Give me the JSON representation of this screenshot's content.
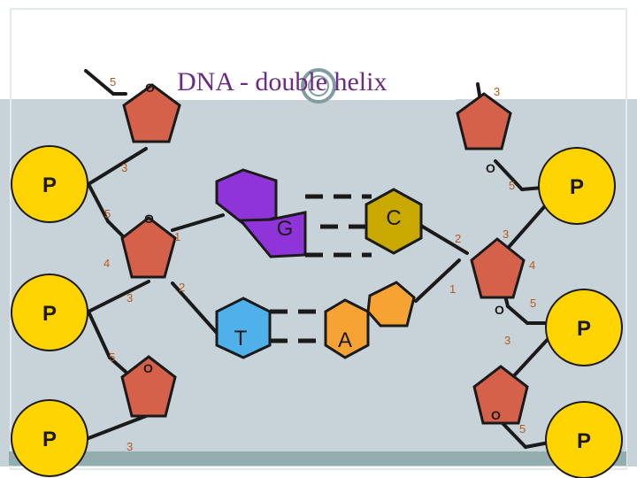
{
  "title": "DNA - double helix",
  "colors": {
    "background_band": "#c8d3d9",
    "frame": "#e4ebee",
    "sugar": "#d6614a",
    "phosphate": "#ffd400",
    "guanine": "#8f34d8",
    "cytosine": "#c9a800",
    "thymine": "#4fb0ea",
    "adenine": "#f7a334",
    "title_ring": "#7f9c9e",
    "footer_bar": "#93aeaf"
  },
  "phosphates": {
    "left": [
      "P",
      "P",
      "P"
    ],
    "right": [
      "P",
      "P",
      "P"
    ]
  },
  "bases": {
    "guanine": "G",
    "cytosine": "C",
    "thymine": "T",
    "adenine": "A"
  },
  "labels": {
    "l_top_5": "5",
    "l_top_O": "O",
    "l_top_3": "3",
    "l_mid_5": "5",
    "l_mid_O": "O",
    "l_mid_1": "1",
    "l_mid_4": "4",
    "l_mid_3": "3",
    "l_mid_2": "2",
    "l_bot_5": "5",
    "l_bot_O": "O",
    "l_bot_3": "3",
    "r_top_3": "3",
    "r_top_O": "O",
    "r_top_5": "5",
    "r_mid_2": "2",
    "r_mid_3": "3",
    "r_mid_4": "4",
    "r_mid_1": "1",
    "r_mid_O": "O",
    "r_mid_5": "5",
    "r_low_3": "3",
    "r_bot_O": "O",
    "r_bot_5": "5"
  },
  "icons": {
    "sugar": "pentagon",
    "phosphate": "circle",
    "hydrogen_bond": "dashed-line"
  }
}
